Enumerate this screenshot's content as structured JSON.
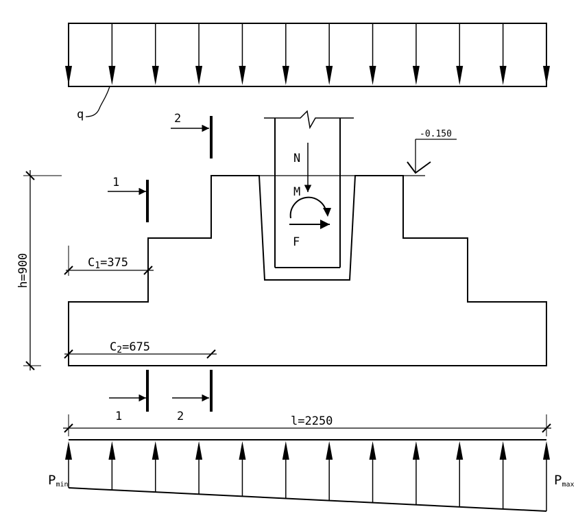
{
  "load_top": {
    "label": "q",
    "arrow_count": 12
  },
  "load_bottom": {
    "label_min": "P",
    "label_min_sub": "min",
    "label_max": "P",
    "label_max_sub": "max",
    "arrow_count": 12
  },
  "section_marks": {
    "mark1": "1",
    "mark2": "2"
  },
  "elevation": "-0.150",
  "forces": {
    "N": "N",
    "M": "M",
    "F": "F"
  },
  "dims": {
    "height": "h=900",
    "c1_letter": "C",
    "c1_sub": "1",
    "c1_value": "=375",
    "c2_letter": "C",
    "c2_sub": "2",
    "c2_value": "=675",
    "length": "l=2250"
  },
  "colors": {
    "line": "#000000",
    "background": "#ffffff"
  }
}
